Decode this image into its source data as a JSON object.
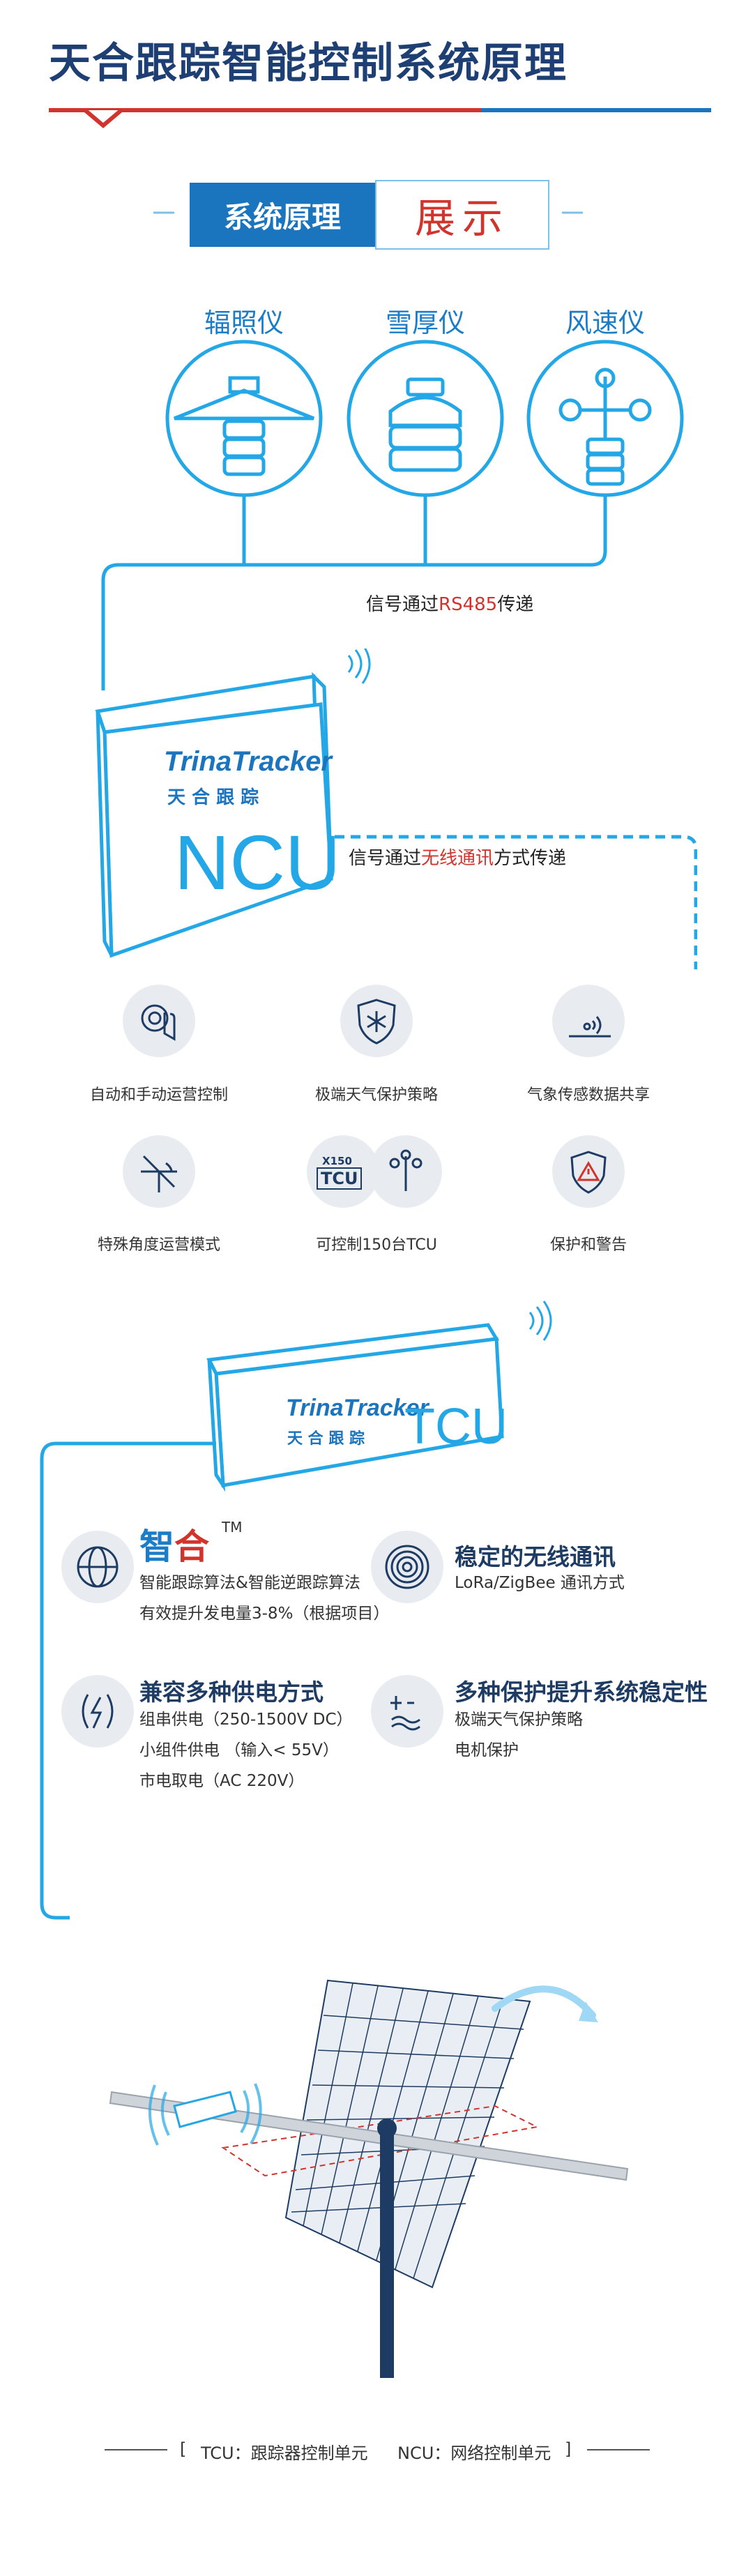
{
  "title": "天合跟踪智能控制系统原理",
  "section": {
    "left": "系统原理",
    "right": "展示"
  },
  "sensors": [
    {
      "label": "辐照仪",
      "icon": "pyranometer-icon"
    },
    {
      "label": "雪厚仪",
      "icon": "snow-depth-icon"
    },
    {
      "label": "风速仪",
      "icon": "anemometer-icon"
    }
  ],
  "signal_rs485": {
    "prefix": "信号通过",
    "highlight": "RS485",
    "suffix": "传递"
  },
  "ncu_box": {
    "brand": "TrinaTracker",
    "brand_zh": "天 合 跟 踪",
    "label": "NCU"
  },
  "signal_wireless": {
    "prefix": "信号通过",
    "highlight": "无线通讯",
    "suffix": "方式传递"
  },
  "features": [
    {
      "label": "自动和手动运营控制",
      "icon": "gear-hand-icon"
    },
    {
      "label": "极端天气保护策略",
      "icon": "snowflake-shield-icon"
    },
    {
      "label": "气象传感数据共享",
      "icon": "sensor-share-icon"
    },
    {
      "label": "特殊角度运营模式",
      "icon": "angle-mode-icon"
    },
    {
      "label": "可控制150台TCU",
      "icon": "tcu-control-icon",
      "badge_top": "X150",
      "badge_bottom": "TCU"
    },
    {
      "label": "保护和警告",
      "icon": "warning-shield-icon"
    }
  ],
  "tcu_box": {
    "brand": "TrinaTracker",
    "brand_zh": "天 合 跟 踪",
    "label": "TCU"
  },
  "blocks": {
    "smart": {
      "title_a": "智",
      "title_b": "合",
      "tm": "TM",
      "lines": [
        "智能跟踪算法&智能逆跟踪算法",
        "有效提升发电量3-8%（根据项目）"
      ],
      "icon": "globe-icon"
    },
    "wireless": {
      "title": "稳定的无线通讯",
      "lines": [
        "LoRa/ZigBee 通讯方式"
      ],
      "icon": "wireless-rings-icon"
    },
    "power": {
      "title": "兼容多种供电方式",
      "lines": [
        "组串供电（250-1500V DC）",
        "小组件供电 （输入< 55V）",
        "市电取电（AC 220V）"
      ],
      "icon": "power-icon"
    },
    "protect": {
      "title": "多种保护提升系统稳定性",
      "lines": [
        "极端天气保护策略",
        "电机保护"
      ],
      "icon": "protection-icon"
    }
  },
  "footer": {
    "bracket_open": "[",
    "tcu": "TCU：跟踪器控制单元",
    "ncu": "NCU：网络控制单元",
    "bracket_close": "]"
  },
  "colors": {
    "primary_blue": "#1b7cc8",
    "dark_navy": "#1d3f73",
    "accent_red": "#d0342c",
    "line_blue": "#23a7e6"
  }
}
